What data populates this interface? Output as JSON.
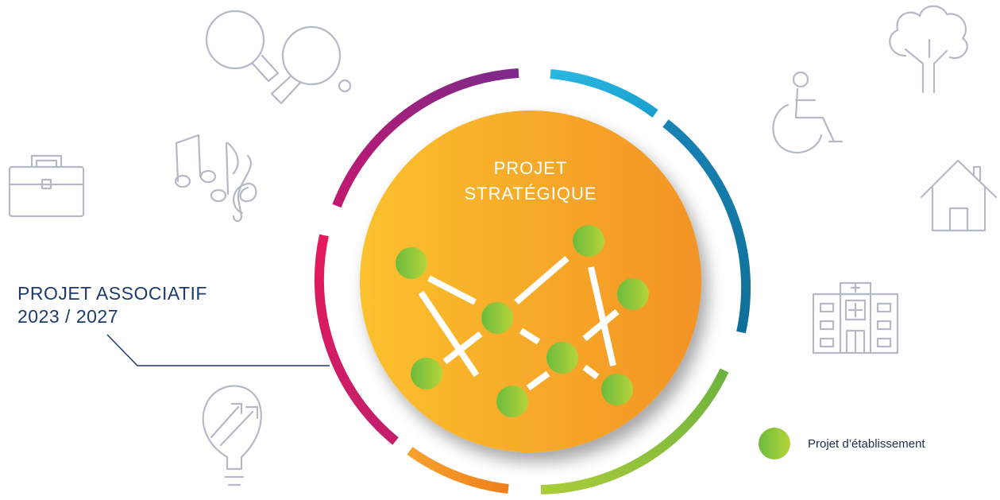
{
  "center": {
    "title_line1": "PROJET",
    "title_line2": "STRATÉGIQUE"
  },
  "side_label": {
    "line1": "PROJET ASSOCIATIF",
    "line2": "2023 / 2027"
  },
  "legend": {
    "label": "Projet d’établissement"
  },
  "colors": {
    "navy": "#1d3a6e",
    "orange_start": "#fbc12e",
    "orange_end": "#f39325",
    "node_green": "#7ac143",
    "icon_gray": "#b4b9c4"
  },
  "icons": [
    "ping-pong-icon",
    "music-notes-icon",
    "briefcase-icon",
    "lightbulb-icon",
    "tree-icon",
    "wheelchair-icon",
    "house-icon",
    "hospital-icon"
  ]
}
